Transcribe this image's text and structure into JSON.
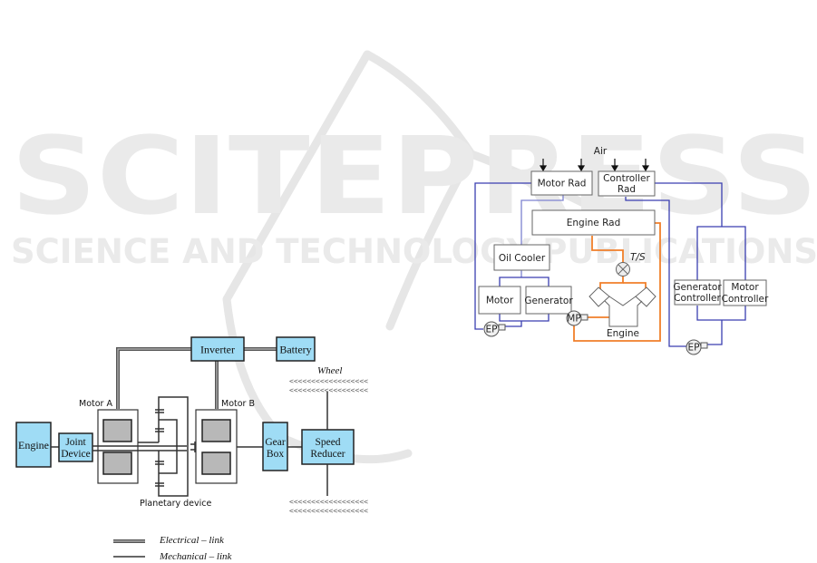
{
  "watermark": {
    "line1": "SCITEPRESS",
    "line2": "SCIENCE AND TECHNOLOGY PUBLICATIONS"
  },
  "left_diagram": {
    "boxes": {
      "inverter": "Inverter",
      "battery": "Battery",
      "engine": "Engine",
      "joint_device_1": "Joint",
      "joint_device_2": "Device",
      "gear_box_1": "Gear",
      "gear_box_2": "Box",
      "speed_reducer_1": "Speed",
      "speed_reducer_2": "Reducer"
    },
    "labels": {
      "motor_a": "Motor A",
      "motor_b": "Motor B",
      "planetary": "Planetary  device",
      "wheel": "Wheel"
    },
    "legend": [
      {
        "type": "electrical",
        "label": "Electrical – link"
      },
      {
        "type": "mechanical",
        "label": "Mechanical – link"
      }
    ],
    "colors": {
      "box_fill": "#9fdcf5"
    }
  },
  "right_diagram": {
    "air_label": "Air",
    "boxes": {
      "motor_rad": "Motor Rad",
      "controller_rad_1": "Controller",
      "controller_rad_2": "Rad",
      "engine_rad": "Engine Rad",
      "oil_cooler": "Oil Cooler",
      "motor": "Motor",
      "generator": "Generator",
      "generator_controller_1": "Generator",
      "generator_controller_2": "Controller",
      "motor_controller_1": "Motor",
      "motor_controller_2": "Controller",
      "engine": "Engine"
    },
    "components": {
      "thermostat": "T/S",
      "mech_pump": "MP",
      "elec_pump_left": "EP",
      "elec_pump_right": "EP"
    },
    "colors": {
      "coolant_loop_electric": "#3a3fb0",
      "coolant_loop_engine": "#f07f2a"
    }
  }
}
